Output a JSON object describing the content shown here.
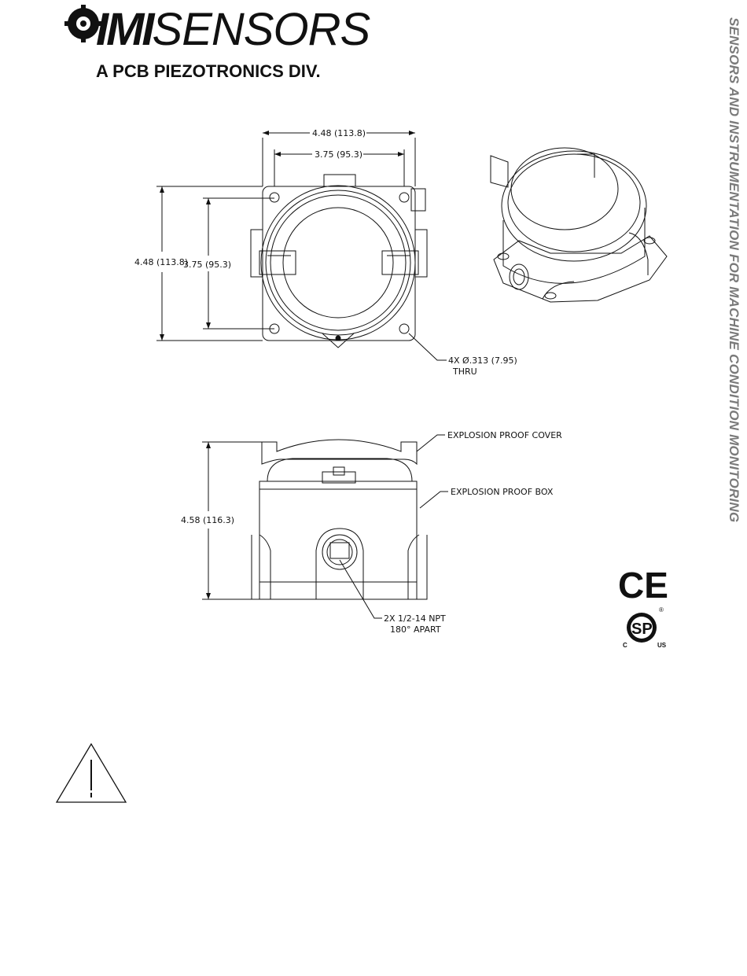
{
  "brand": {
    "name_bold": "IMI",
    "name_rest": "SENSORS",
    "division": "A PCB PIEZOTRONICS DIV."
  },
  "side_tagline": "SENSORS AND INSTRUMENTATION FOR MACHINE CONDITION MONITORING",
  "top_view": {
    "width_outer": "4.48 (113.8)",
    "width_inner": "3.75 (95.3)",
    "height_outer": "4.48 (113.8)",
    "height_inner": "3.75 (95.3)",
    "hole_note_line1": "4X Ø.313 (7.95)",
    "hole_note_line2": "THRU"
  },
  "side_view": {
    "height": "4.58 (116.3)",
    "cover_label": "EXPLOSION PROOF COVER",
    "box_label": "EXPLOSION PROOF BOX",
    "port_note_line1": "2X 1/2-14 NPT",
    "port_note_line2": "180° APART"
  },
  "certifications": {
    "ce": "CE",
    "csa": "SP",
    "csa_left": "C",
    "csa_right": "US",
    "csa_reg": "®"
  },
  "warning_icon": "warning-triangle-icon"
}
